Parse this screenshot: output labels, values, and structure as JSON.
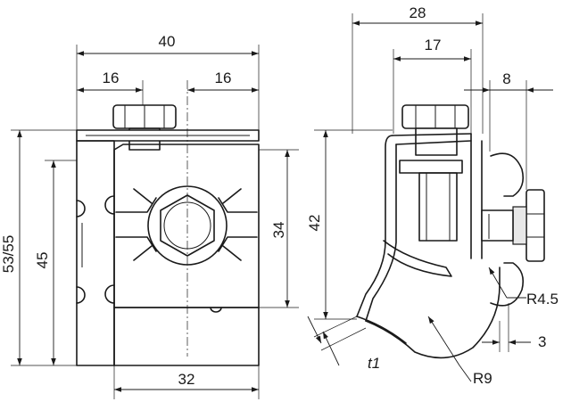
{
  "dimensions": {
    "front_width_top": "40",
    "front_left_offset": "16",
    "front_right_offset": "16",
    "front_height": "53/55",
    "front_inner_height": "45",
    "front_clamp_height": "34",
    "front_bottom_width": "32",
    "side_width_top": "28",
    "side_width_mid": "17",
    "side_offset": "8",
    "side_height": "42",
    "side_radius_small": "R4.5",
    "side_thickness_right": "3",
    "side_thickness": "t1",
    "side_radius_large": "R9"
  }
}
